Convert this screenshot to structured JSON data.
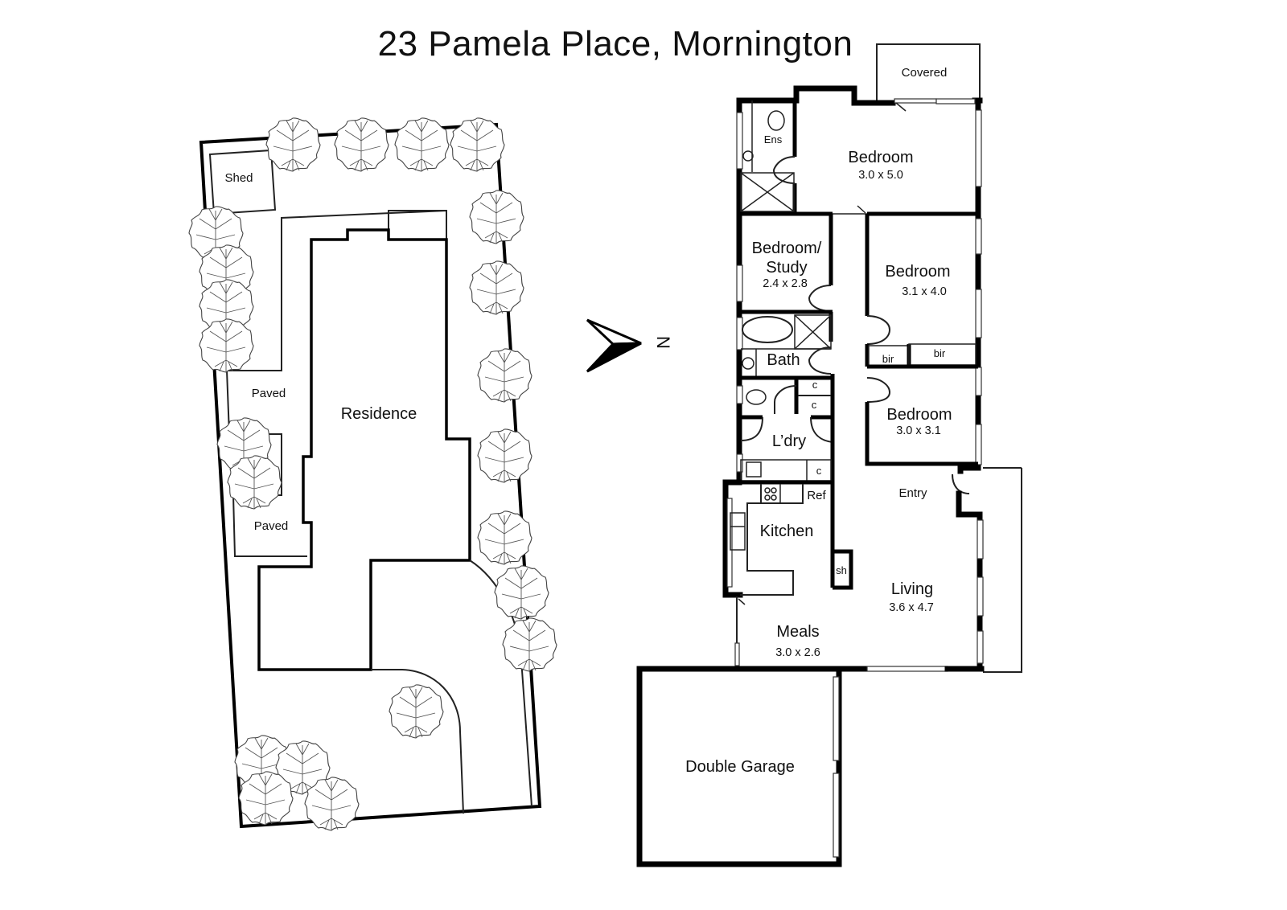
{
  "title": "23 Pamela Place, Mornington",
  "north_arrow": {
    "icon": "north-arrow-icon",
    "label": "N"
  },
  "site_plan": {
    "labels": {
      "shed": "Shed",
      "paved_upper": "Paved",
      "paved_lower": "Paved",
      "residence": "Residence"
    }
  },
  "floor_plan": {
    "rooms": {
      "covered": {
        "name": "Covered"
      },
      "ensuite": {
        "name": "Ens"
      },
      "bedroom1": {
        "name": "Bedroom",
        "dims": "3.0 x 5.0"
      },
      "bedroom_study": {
        "name_line1": "Bedroom/",
        "name_line2": "Study",
        "dims": "2.4 x 2.8"
      },
      "bedroom2": {
        "name": "Bedroom",
        "dims": "3.1 x 4.0"
      },
      "bath": {
        "name": "Bath"
      },
      "bir1": {
        "name": "bir"
      },
      "bir2": {
        "name": "bir"
      },
      "bedroom3": {
        "name": "Bedroom",
        "dims": "3.0 x 3.1"
      },
      "cupboard1": {
        "name": "c"
      },
      "cupboard2": {
        "name": "c"
      },
      "laundry": {
        "name": "L’dry"
      },
      "laundry_cupboard": {
        "name": "c"
      },
      "entry": {
        "name": "Entry"
      },
      "ref": {
        "name": "Ref"
      },
      "kitchen": {
        "name": "Kitchen"
      },
      "shelves": {
        "name": "sh"
      },
      "living": {
        "name": "Living",
        "dims": "3.6 x 4.7"
      },
      "meals": {
        "name": "Meals",
        "dims": "3.0 x 2.6"
      },
      "garage": {
        "name": "Double Garage"
      }
    }
  }
}
